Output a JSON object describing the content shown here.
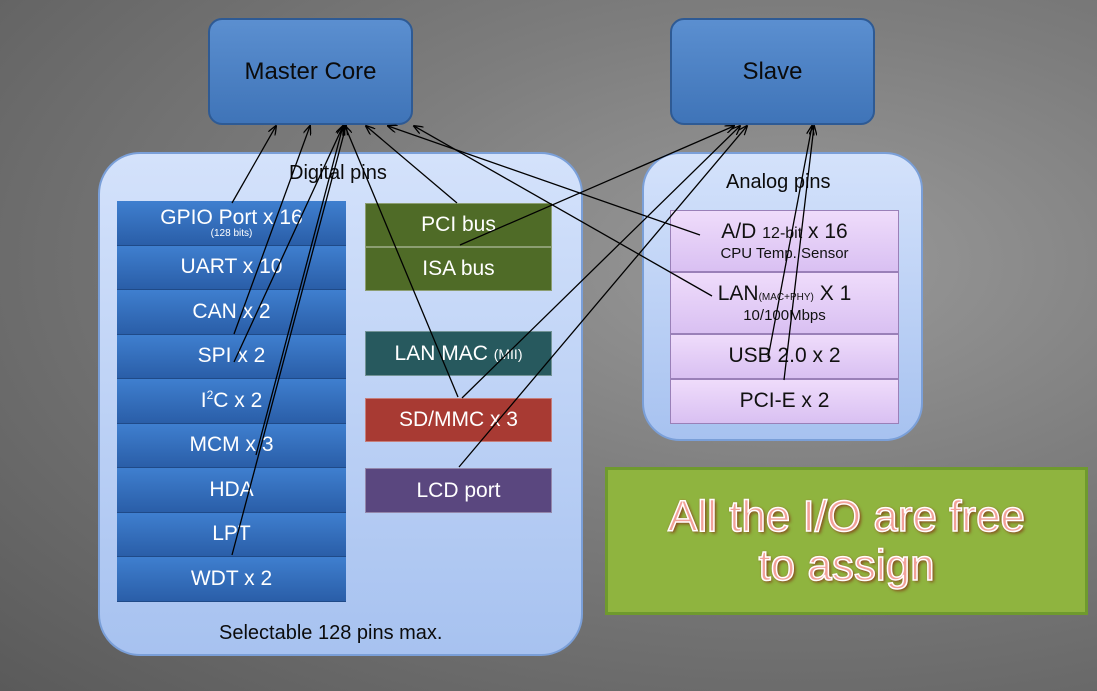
{
  "cores": {
    "master": "Master Core",
    "slave": "Slave"
  },
  "digital": {
    "label": "Digital pins",
    "footer": "Selectable 128 pins max.",
    "items": [
      {
        "main": "GPIO Port x 16",
        "sub": "(128 bits)"
      },
      {
        "main": "UART x 10"
      },
      {
        "main": "CAN x 2"
      },
      {
        "main": "SPI x 2"
      },
      {
        "pre": "I",
        "sup": "2",
        "post": "C x 2"
      },
      {
        "main": "MCM x 3"
      },
      {
        "main": "HDA"
      },
      {
        "main": "LPT"
      },
      {
        "main": "WDT  x 2"
      }
    ],
    "buses": [
      {
        "main": "PCI bus",
        "color": "#4f6b27"
      },
      {
        "main": "ISA bus",
        "color": "#4f6b27"
      },
      {
        "main": "LAN MAC",
        "sub": "(MII)",
        "color": "#27595e"
      },
      {
        "main": "SD/MMC x 3",
        "color": "#a83a33"
      },
      {
        "main": "LCD port",
        "color": "#5a477f"
      }
    ]
  },
  "analog": {
    "label": "Analog pins",
    "items": [
      {
        "pre": "A/D ",
        "small": "12-bit",
        "post": " x 16",
        "line2": "CPU Temp. Sensor"
      },
      {
        "pre": "LAN",
        "small": "(MAC+PHY)",
        "post": " X 1",
        "line2": "10/100Mbps"
      },
      {
        "main": "USB 2.0 x 2"
      },
      {
        "main": "PCI-E x 2"
      }
    ]
  },
  "banner": {
    "line1": "All the I/O are free",
    "line2": "to assign"
  },
  "colors": {
    "core_fill": "#4a80c4",
    "digital_cell": "#3470bd",
    "analog_cell": "#e6d1f8",
    "banner_fill": "#8fb43f",
    "banner_text": "#f2a19a"
  }
}
